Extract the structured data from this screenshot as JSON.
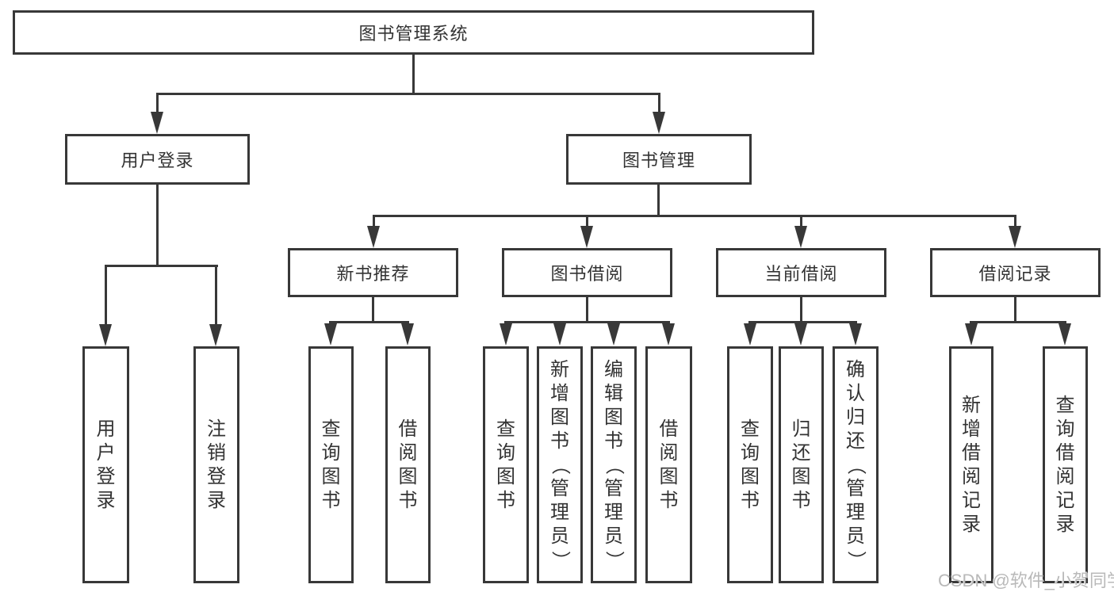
{
  "title": "图书管理系统",
  "watermark": "CSDN @软件_小贺同学",
  "colors": {
    "line": "#383838",
    "text": "#333333",
    "watermark": "#b9b9b9",
    "background": "#ffffff"
  },
  "tree": {
    "root": {
      "label": "图书管理系统",
      "children": [
        {
          "label": "用户登录",
          "children": [
            {
              "label": "用户登录"
            },
            {
              "label": "注销登录"
            }
          ]
        },
        {
          "label": "图书管理",
          "children": [
            {
              "label": "新书推荐",
              "children": [
                {
                  "label": "查询图书"
                },
                {
                  "label": "借阅图书"
                }
              ]
            },
            {
              "label": "图书借阅",
              "children": [
                {
                  "label": "查询图书"
                },
                {
                  "label": "新增图书（管理员）"
                },
                {
                  "label": "编辑图书（管理员）"
                },
                {
                  "label": "借阅图书"
                }
              ]
            },
            {
              "label": "当前借阅",
              "children": [
                {
                  "label": "查询图书"
                },
                {
                  "label": "归还图书"
                },
                {
                  "label": "确认归还（管理员）"
                }
              ]
            },
            {
              "label": "借阅记录",
              "children": [
                {
                  "label": "新增借阅记录"
                },
                {
                  "label": "查询借阅记录"
                }
              ]
            }
          ]
        }
      ]
    }
  }
}
